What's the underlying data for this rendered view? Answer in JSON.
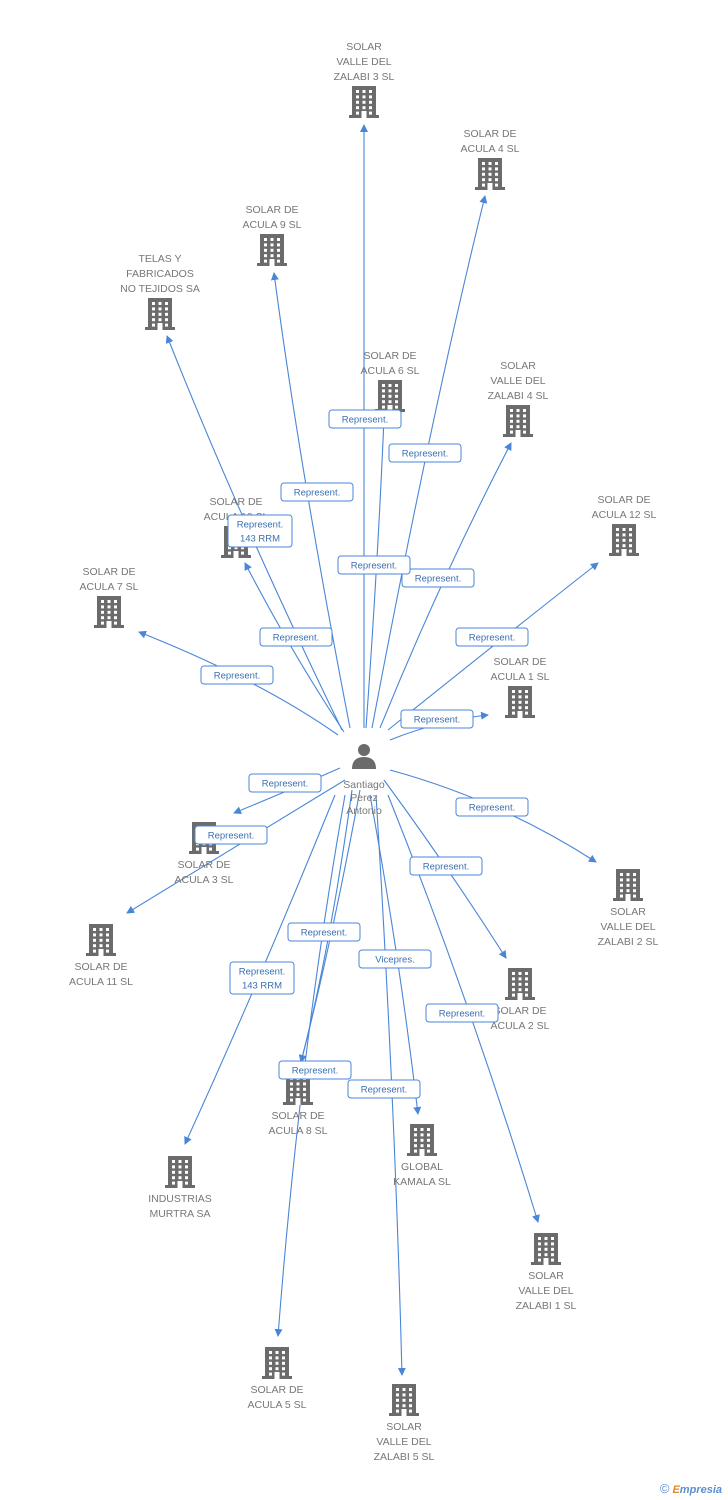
{
  "center": {
    "name_lines": [
      "Santiago",
      "Perez",
      "Antonio"
    ]
  },
  "companies": [
    {
      "id": "sv3",
      "lines": [
        "SOLAR",
        "VALLE DEL",
        "ZALABI 3 SL"
      ]
    },
    {
      "id": "sa4",
      "lines": [
        "SOLAR DE",
        "ACULA 4 SL"
      ]
    },
    {
      "id": "sa9",
      "lines": [
        "SOLAR DE",
        "ACULA 9 SL"
      ]
    },
    {
      "id": "tel",
      "lines": [
        "TELAS Y",
        "FABRICADOS",
        "NO TEJIDOS SA"
      ]
    },
    {
      "id": "sa6",
      "lines": [
        "SOLAR DE",
        "ACULA 6 SL"
      ]
    },
    {
      "id": "sv4",
      "lines": [
        "SOLAR",
        "VALLE DEL",
        "ZALABI 4 SL"
      ]
    },
    {
      "id": "sa10",
      "lines": [
        "SOLAR DE",
        "ACULA 10 SL"
      ]
    },
    {
      "id": "sa12",
      "lines": [
        "SOLAR DE",
        "ACULA 12 SL"
      ]
    },
    {
      "id": "sa7",
      "lines": [
        "SOLAR DE",
        "ACULA 7 SL"
      ]
    },
    {
      "id": "sa1",
      "lines": [
        "SOLAR DE",
        "ACULA 1 SL"
      ]
    },
    {
      "id": "sa3",
      "lines": [
        "SOLAR DE",
        "ACULA 3 SL"
      ]
    },
    {
      "id": "sa11",
      "lines": [
        "SOLAR DE",
        "ACULA 11 SL"
      ]
    },
    {
      "id": "sv2",
      "lines": [
        "SOLAR",
        "VALLE DEL",
        "ZALABI 2 SL"
      ]
    },
    {
      "id": "sa2",
      "lines": [
        "SOLAR DE",
        "ACULA 2 SL"
      ]
    },
    {
      "id": "sa8",
      "lines": [
        "SOLAR DE",
        "ACULA 8 SL"
      ]
    },
    {
      "id": "glk",
      "lines": [
        "GLOBAL",
        "KAMALA SL"
      ]
    },
    {
      "id": "ind",
      "lines": [
        "INDUSTRIAS",
        "MURTRA SA"
      ]
    },
    {
      "id": "sv1",
      "lines": [
        "SOLAR",
        "VALLE DEL",
        "ZALABI 1 SL"
      ]
    },
    {
      "id": "sa5",
      "lines": [
        "SOLAR DE",
        "ACULA 5 SL"
      ]
    },
    {
      "id": "sv5",
      "lines": [
        "SOLAR",
        "VALLE DEL",
        "ZALABI 5 SL"
      ]
    }
  ],
  "relations": [
    {
      "target": "sv3",
      "label": [
        "Represent."
      ]
    },
    {
      "target": "sa4",
      "label": [
        "Represent."
      ]
    },
    {
      "target": "sa9",
      "label": [
        "Represent."
      ]
    },
    {
      "target": "tel",
      "label": [
        "Represent.",
        "143 RRM"
      ]
    },
    {
      "target": "sa6",
      "label": [
        "Represent."
      ]
    },
    {
      "target": "sv4",
      "label": [
        "Represent."
      ]
    },
    {
      "target": "sa10",
      "label": [
        "Represent."
      ]
    },
    {
      "target": "sa12",
      "label": [
        "Represent."
      ]
    },
    {
      "target": "sa7",
      "label": [
        "Represent."
      ]
    },
    {
      "target": "sa1",
      "label": [
        "Represent."
      ]
    },
    {
      "target": "sa3",
      "label": [
        "Represent."
      ]
    },
    {
      "target": "sa11",
      "label": [
        "Represent."
      ]
    },
    {
      "target": "sv2",
      "label": [
        "Represent."
      ]
    },
    {
      "target": "sa2",
      "label": [
        "Represent."
      ]
    },
    {
      "target": "sa8",
      "label": [
        "Represent."
      ]
    },
    {
      "target": "glk",
      "label": [
        "Vicepres."
      ]
    },
    {
      "target": "ind",
      "label": [
        "Represent.",
        "143 RRM"
      ]
    },
    {
      "target": "sv1",
      "label": [
        "Represent."
      ]
    },
    {
      "target": "sa5",
      "label": [
        "Represent."
      ]
    },
    {
      "target": "sv5",
      "label": [
        "Represent."
      ]
    },
    {
      "target": "sa8",
      "label": [
        "Represent."
      ]
    }
  ],
  "footer": {
    "copyright": "©",
    "brand_e": "E",
    "brand_rest": "mpresia"
  },
  "colors": {
    "edge": "#4a86d8",
    "node": "#6b6b6b",
    "label": "#777777"
  }
}
